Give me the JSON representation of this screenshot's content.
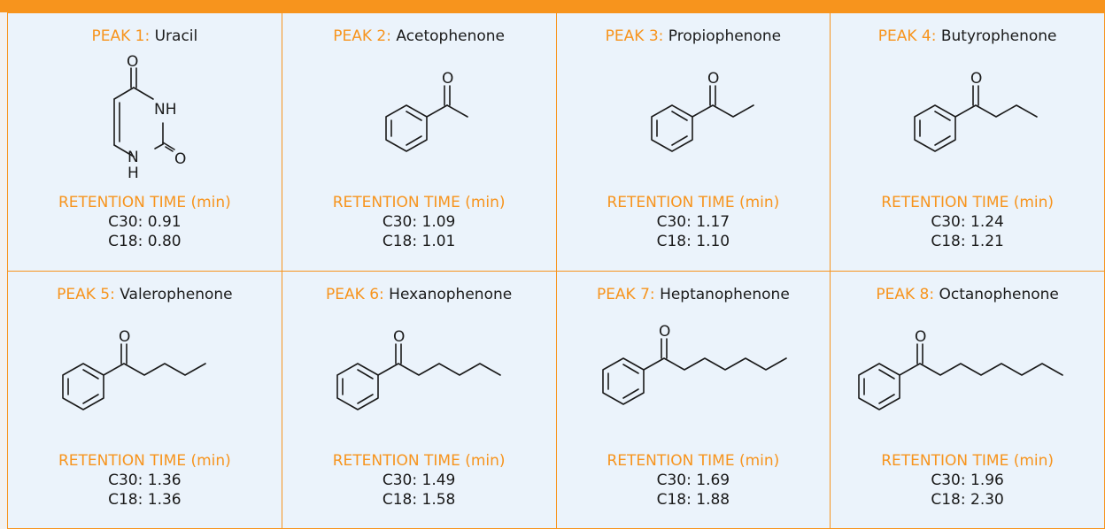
{
  "colors": {
    "accent": "#f7941d",
    "cell_bg": "#ebf3fb",
    "text": "#1a1a1a"
  },
  "rt_label": "RETENTION TIME",
  "rt_unit": "(min)",
  "peaks": [
    {
      "label": "PEAK 1:",
      "name": "Uracil",
      "c30": "C30: 0.91",
      "c18": "C18: 0.80"
    },
    {
      "label": "PEAK 2:",
      "name": "Acetophenone",
      "c30": "C30: 1.09",
      "c18": "C18: 1.01"
    },
    {
      "label": "PEAK 3:",
      "name": "Propiophenone",
      "c30": "C30: 1.17",
      "c18": "C18: 1.10"
    },
    {
      "label": "PEAK 4:",
      "name": "Butyrophenone",
      "c30": "C30: 1.24",
      "c18": "C18: 1.21"
    },
    {
      "label": "PEAK 5:",
      "name": "Valerophenone",
      "c30": "C30: 1.36",
      "c18": "C18: 1.36"
    },
    {
      "label": "PEAK 6:",
      "name": "Hexanophenone",
      "c30": "C30: 1.49",
      "c18": "C18: 1.58"
    },
    {
      "label": "PEAK 7:",
      "name": "Heptanophenone",
      "c30": "C30: 1.69",
      "c18": "C18: 1.88"
    },
    {
      "label": "PEAK 8:",
      "name": "Octanophenone",
      "c30": "C30: 1.96",
      "c18": "C18: 2.30"
    }
  ],
  "atoms": {
    "oxygen": "O",
    "nh": "NH",
    "n": "N",
    "h": "H"
  }
}
